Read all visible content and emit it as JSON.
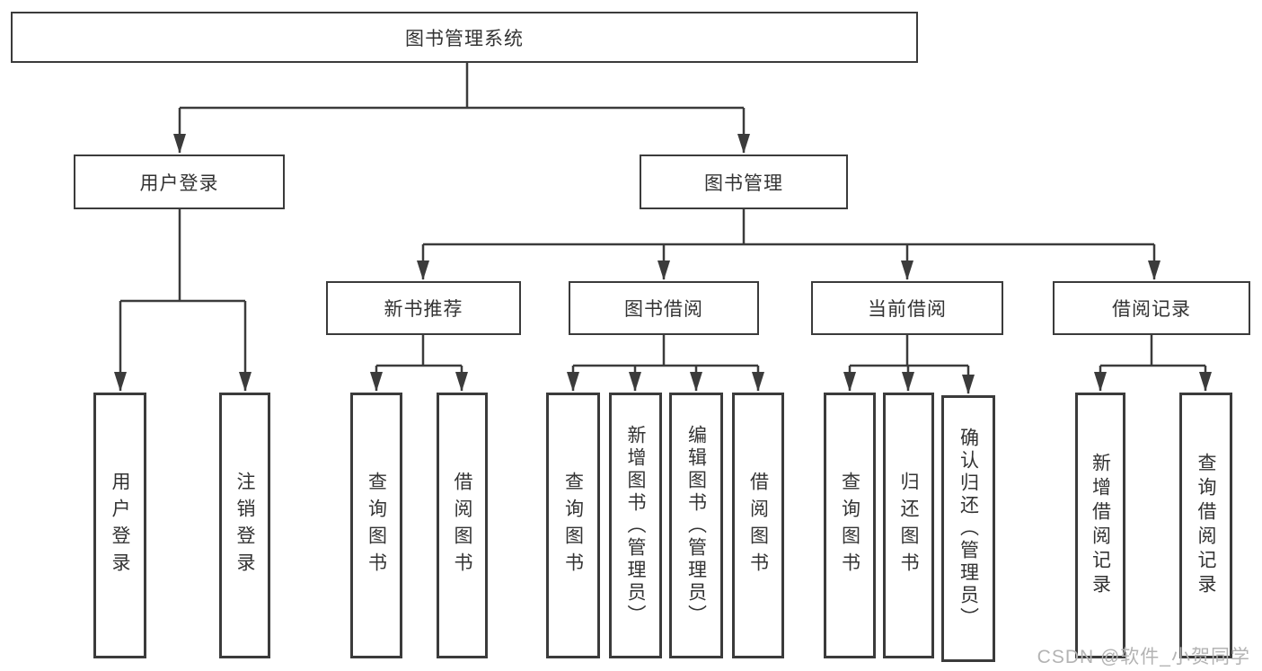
{
  "diagram": {
    "root": {
      "label": "图书管理系统"
    },
    "branches": [
      {
        "label": "用户登录"
      },
      {
        "label": "图书管理"
      }
    ],
    "modules": [
      {
        "label": "新书推荐"
      },
      {
        "label": "图书借阅"
      },
      {
        "label": "当前借阅"
      },
      {
        "label": "借阅记录"
      }
    ],
    "leaves": [
      {
        "label": "用户登录"
      },
      {
        "label": "注销登录"
      },
      {
        "label": "查询图书"
      },
      {
        "label": "借阅图书"
      },
      {
        "label": "查询图书"
      },
      {
        "label": "新增图书（管理员）"
      },
      {
        "label": "编辑图书（管理员）"
      },
      {
        "label": "借阅图书"
      },
      {
        "label": "查询图书"
      },
      {
        "label": "归还图书"
      },
      {
        "label": "确认归还（管理员）"
      },
      {
        "label": "新增借阅记录"
      },
      {
        "label": "查询借阅记录"
      }
    ]
  },
  "watermark": {
    "text": "CSDN @软件_小贺同学"
  },
  "colors": {
    "line": "#3b3b3b",
    "border": "#3b3b3b",
    "text": "#333333",
    "watermark": "#b3b3b3",
    "background": "#ffffff"
  }
}
